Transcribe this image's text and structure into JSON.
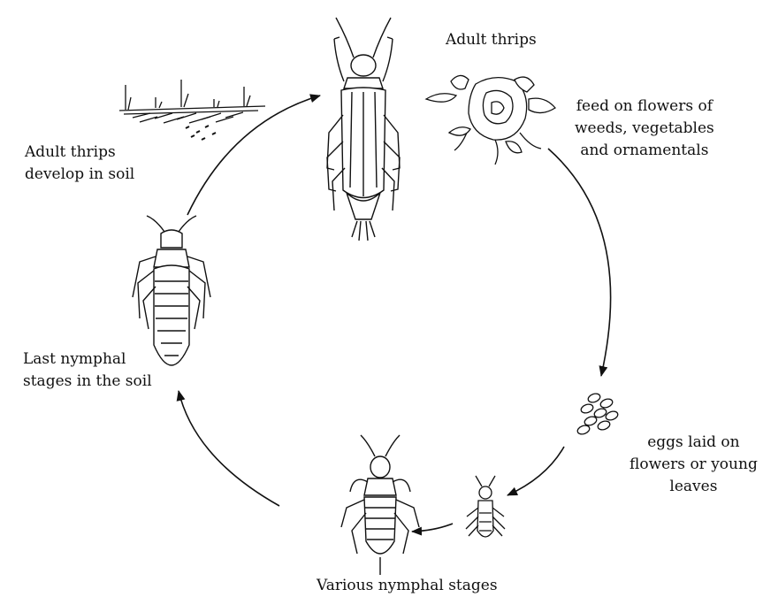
{
  "labels": {
    "adult_thrips": "Adult thrips",
    "feed": [
      "feed on flowers of",
      "weeds, vegetables",
      "and ornamentals"
    ],
    "eggs": [
      "eggs laid on",
      "flowers or young",
      "leaves"
    ],
    "various": "Various nymphal stages",
    "last": [
      "Last nymphal",
      "stages in the soil"
    ],
    "develop": [
      "Adult thrips",
      "develop in soil"
    ]
  },
  "colors": {
    "ink": "#111111",
    "background": "#ffffff"
  }
}
